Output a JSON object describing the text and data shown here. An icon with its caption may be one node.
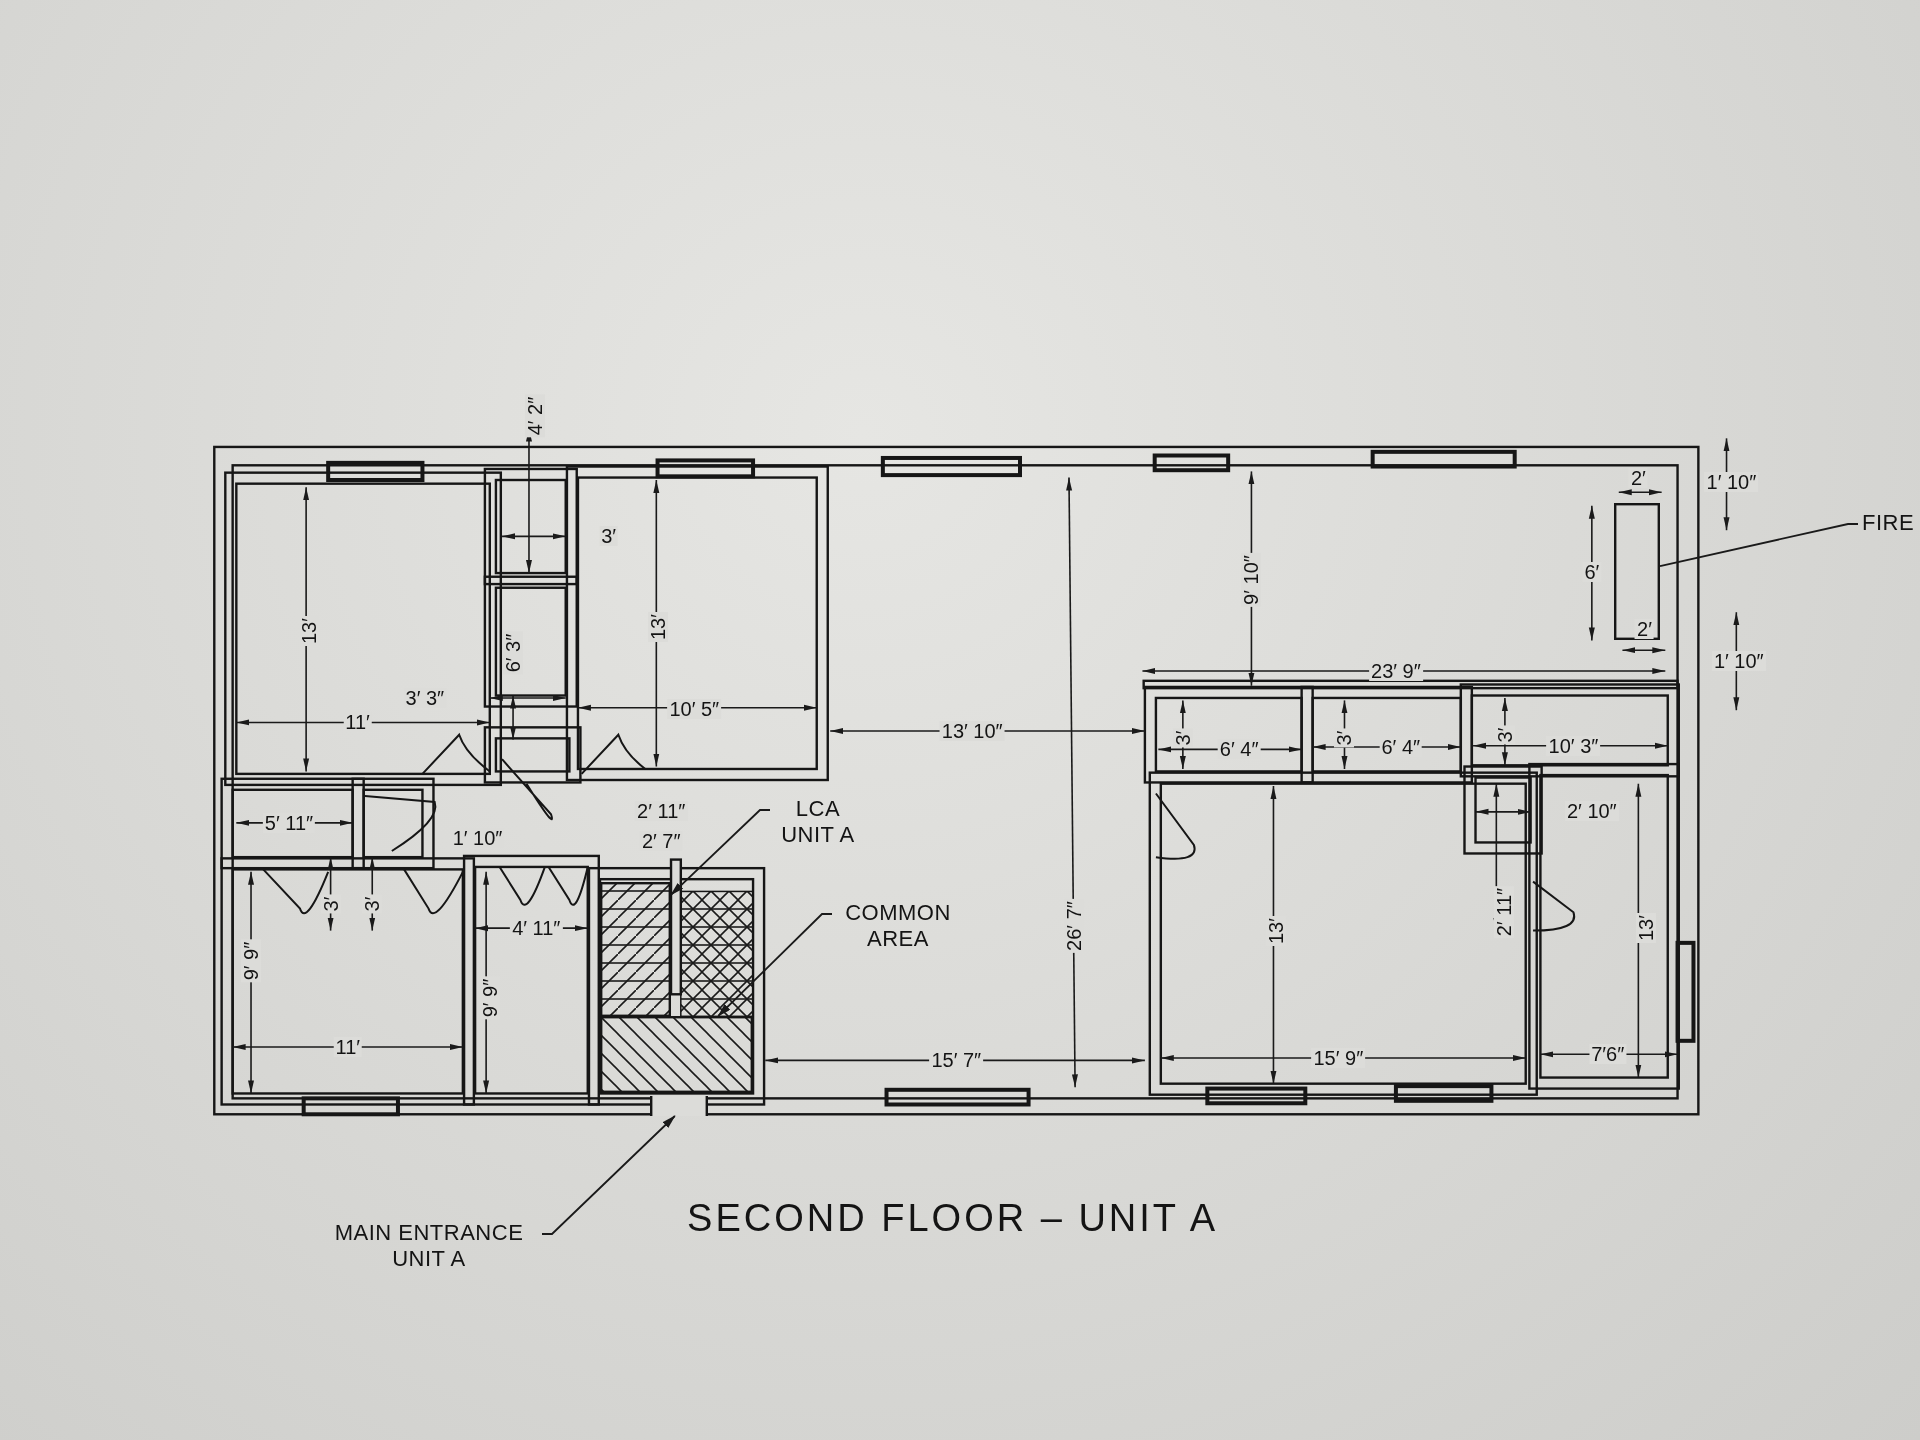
{
  "diagram": {
    "title": "SECOND FLOOR – UNIT A",
    "nodes": [
      {
        "text": [
          "LCA UNIT A"
        ]
      },
      {
        "text": [],
        "shape": "box"
      },
      {
        "text": [
          "COMMON AREA"
        ]
      },
      {
        "text": [],
        "shape": "box"
      },
      {
        "text": [
          "MAIN ENTRANCE UNIT A"
        ]
      },
      {
        "text": [
          "FIRE"
        ]
      },
      {
        "text": [],
        "shape": "box"
      },
      {
        "text": [],
        "shape": "door"
      }
    ],
    "edges": [
      {
        "from": 0,
        "to": 1,
        "arrow": "to"
      },
      {
        "from": 2,
        "to": 3,
        "arrow": "to"
      },
      {
        "from": 4,
        "to": 7,
        "arrow": "to"
      },
      {
        "from": 5,
        "to": 6,
        "arrow": "none"
      }
    ],
    "labels": [
      "4′ 2″",
      "3′",
      "13′",
      "6′ 3″",
      "13′",
      "2′",
      "1′ 10″",
      "6′",
      "9′ 10″",
      "2′",
      "1′ 10″",
      "23′ 9″",
      "3′ 3″",
      "11′",
      "10′ 5″",
      "13′ 10″",
      "3′",
      "6′ 4″",
      "3′",
      "6′ 4″",
      "3′",
      "10′ 3″",
      "5′ 11″",
      "1′ 10″",
      "2′ 11″",
      "2′ 7″",
      "2′ 10″",
      "3′",
      "3′",
      "4′ 11″",
      "26′ 7″",
      "13′",
      "2′ 11″",
      "13′",
      "9′ 9″",
      "9′ 9″",
      "11′",
      "15′ 7″",
      "15′ 9″",
      "7′6″"
    ]
  }
}
